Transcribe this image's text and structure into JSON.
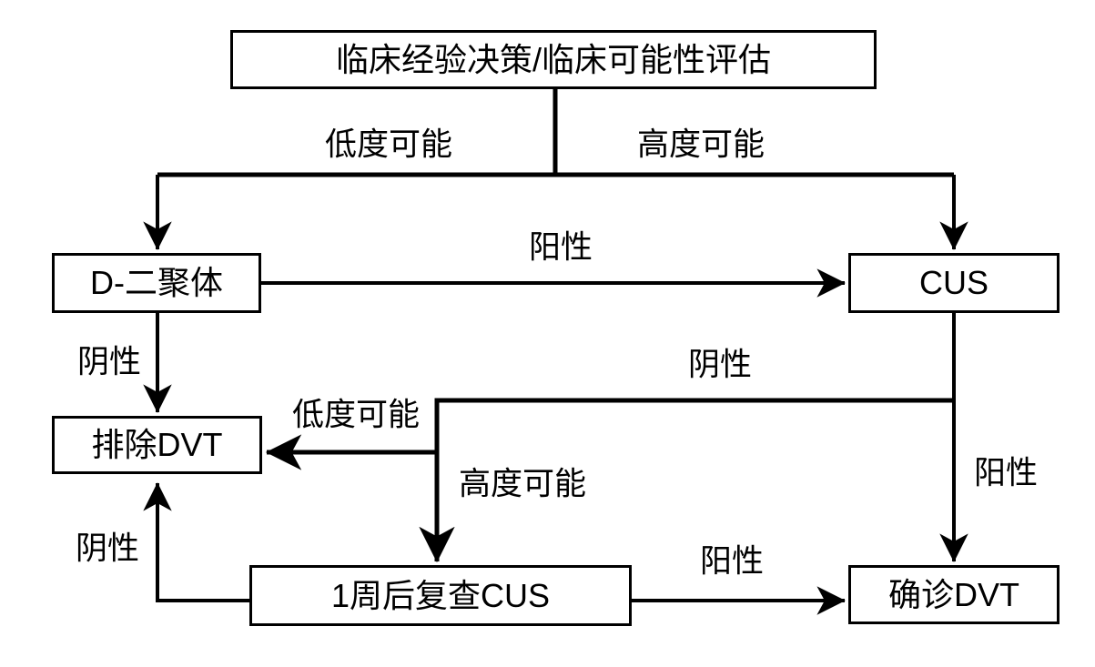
{
  "diagram": {
    "description": "DVT diagnosis decision flowchart",
    "colors": {
      "line": "#000000",
      "background": "#ffffff",
      "box_fill": "#ffffff"
    },
    "nodes": {
      "assessment": "临床经验决策/临床可能性评估",
      "ddimer": "D-二聚体",
      "cus": "CUS",
      "exclude": "排除DVT",
      "recheck": "1周后复查CUS",
      "confirm": "确诊DVT"
    },
    "edge_labels": {
      "low_prob_top": "低度可能",
      "high_prob_top": "高度可能",
      "ddimer_positive": "阳性",
      "ddimer_negative": "阴性",
      "cus_negative": "阴性",
      "branch_low_prob": "低度可能",
      "branch_high_prob": "高度可能",
      "cus_positive": "阳性",
      "recheck_negative": "阴性",
      "recheck_positive": "阳性"
    }
  }
}
